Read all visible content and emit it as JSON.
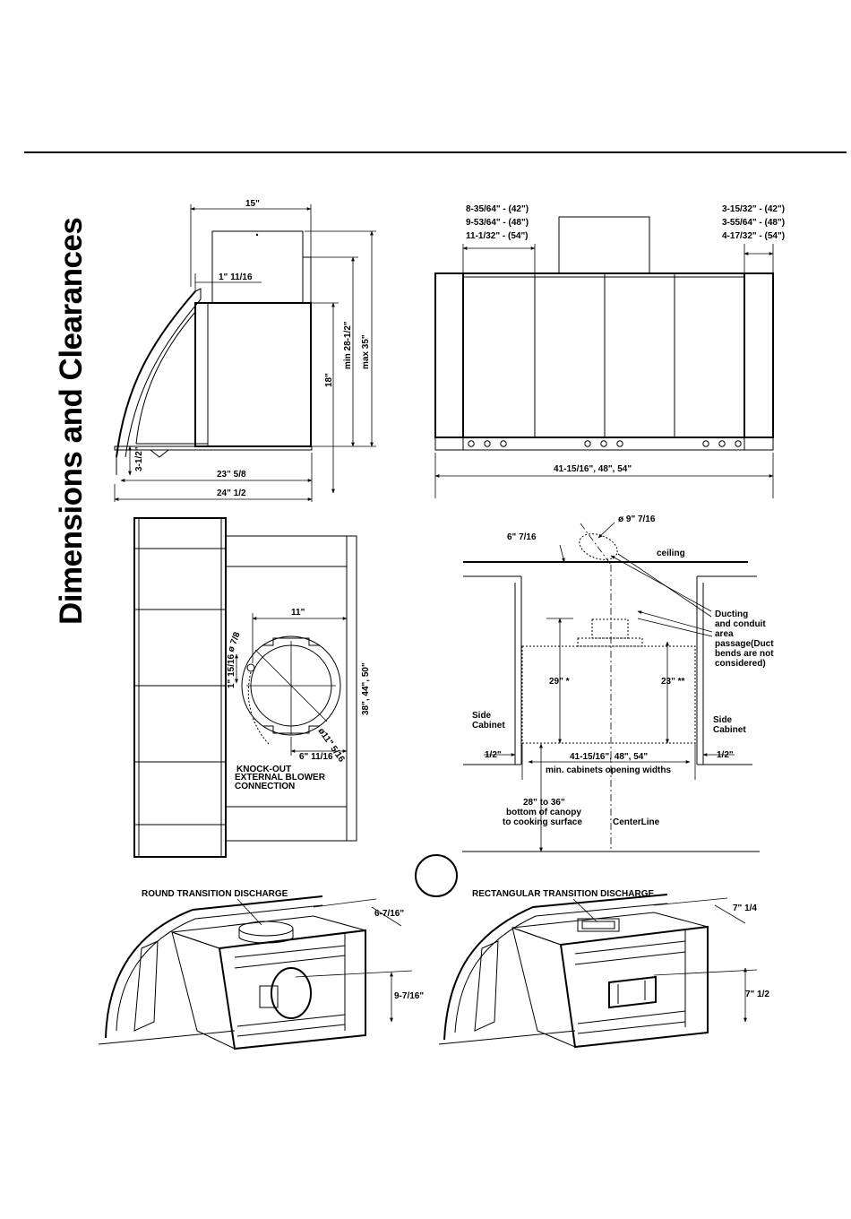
{
  "page": {
    "title": "Dimensions and Clearances"
  },
  "side_view": {
    "width_top": "15\"",
    "blower_offset": "1\" 11/16",
    "hood_height": "18\"",
    "min_height": "min 28-1/2\"",
    "max_height": "max 35\"",
    "lip_height": "3-1/2\"",
    "depth_inner": "23\" 5/8",
    "depth_outer": "24\" 1/2"
  },
  "front_view": {
    "left_offsets": [
      "8-35/64\" - (42\")",
      "9-53/64\" - (48\")",
      "11-1/32\" - (54\")"
    ],
    "right_offsets": [
      "3-15/32\" - (42\")",
      "3-55/64\" - (48\")",
      "4-17/32\" - (54\")"
    ],
    "overall_width": "41-15/16\", 48\", 54\""
  },
  "top_view": {
    "width_11": "11\"",
    "dia_small": "ø 7/8",
    "offset_1": "1\" 15/16",
    "dia_large": "ø11\" 5/16",
    "offset_6": "6\" 11/16",
    "widths": "38\", 44\", 50\"",
    "knockout_lines": [
      "KNOCK-OUT",
      "EXTERNAL BLOWER",
      "CONNECTION"
    ]
  },
  "installation": {
    "duct_dia": "ø 9\" 7/16",
    "duct_offset": "6\" 7/16",
    "ceiling": "ceiling",
    "ducting_lines": [
      "Ducting",
      "and conduit",
      "area",
      "passage(Duct",
      "bends are not",
      "considered)"
    ],
    "height_29": "29\" *",
    "height_23": "23\" **",
    "side_cabinet_left": [
      "Side",
      "Cabinet"
    ],
    "side_cabinet_right": [
      "Side",
      "Cabinet"
    ],
    "half_left": "1/2\"",
    "half_right": "1/2\"",
    "widths": "41-15/16\", 48\", 54\"",
    "min_opening": "min. cabinets opening widths",
    "canopy_lines": [
      "28\" to 36\"",
      "bottom of canopy",
      "to cooking surface"
    ],
    "centerline": "CenterLine"
  },
  "round_discharge": {
    "label": "ROUND TRANSITION DISCHARGE",
    "top": "6-7/16\"",
    "side": "9-7/16\""
  },
  "rect_discharge": {
    "label": "RECTANGULAR TRANSITION DISCHARGE",
    "top": "7\" 1/4",
    "side": "7\" 1/2"
  }
}
